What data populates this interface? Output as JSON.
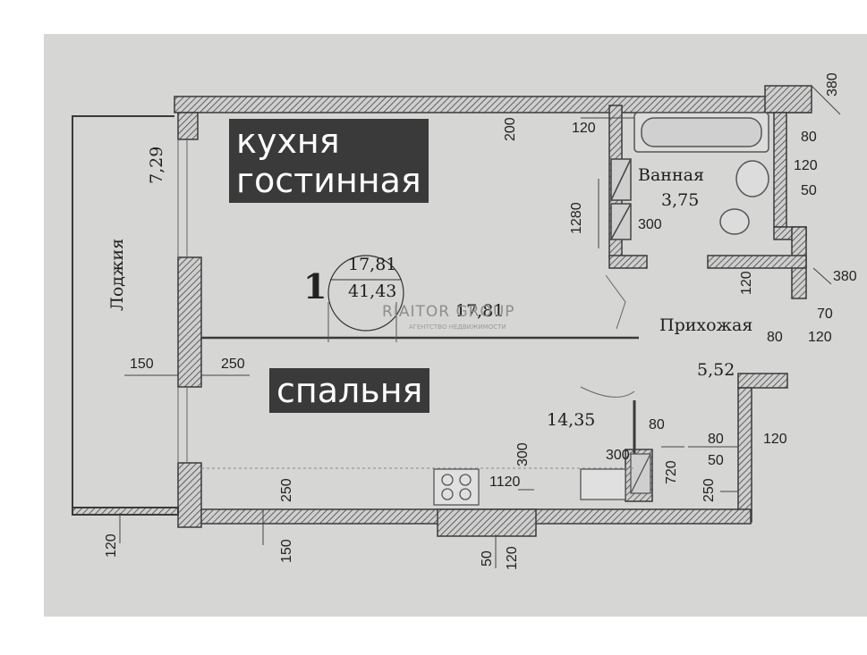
{
  "labels": {
    "kitchen_living": "кухня\nгостинная",
    "bedroom": "спальня"
  },
  "rooms": {
    "loggia": "Лоджия",
    "bathroom": "Ванная",
    "bathroom_area": "3,75",
    "hallway": "Прихожая",
    "hallway_area": "5,52",
    "loggia_area": "7,29",
    "main_area": "17,81",
    "bedroom_area": "14,35"
  },
  "apartment": {
    "number": "1",
    "living_area": "17,81",
    "total_area": "41,43"
  },
  "watermark": {
    "text": "RIAITOR GROUP",
    "sub": "АГЕНТСТВО НЕДВИЖИМОСТИ"
  },
  "dimensions": {
    "d380_top": "380",
    "d200": "200",
    "d120_a": "120",
    "d80_a": "80",
    "d120_b": "120",
    "d50_a": "50",
    "d1280": "1280",
    "d300_a": "300",
    "d120_c": "120",
    "d380_right": "380",
    "d70": "70",
    "d80_b": "80",
    "d120_d": "120",
    "d150_left": "150",
    "d250_left": "250",
    "d80_c": "80",
    "d300_b": "300",
    "d300_c": "300",
    "d80_d": "80",
    "d120_e": "120",
    "d50_b": "50",
    "d720": "720",
    "d250_c": "250",
    "d1120": "1120",
    "d250_b": "250",
    "d120_f": "120",
    "d150_bottom": "150",
    "d50_c": "50",
    "d120_g": "120"
  },
  "colors": {
    "sheet": "#d6d6d4",
    "wall": "#555555",
    "label_bg": "#3a3a3a",
    "label_text": "#ffffff"
  }
}
